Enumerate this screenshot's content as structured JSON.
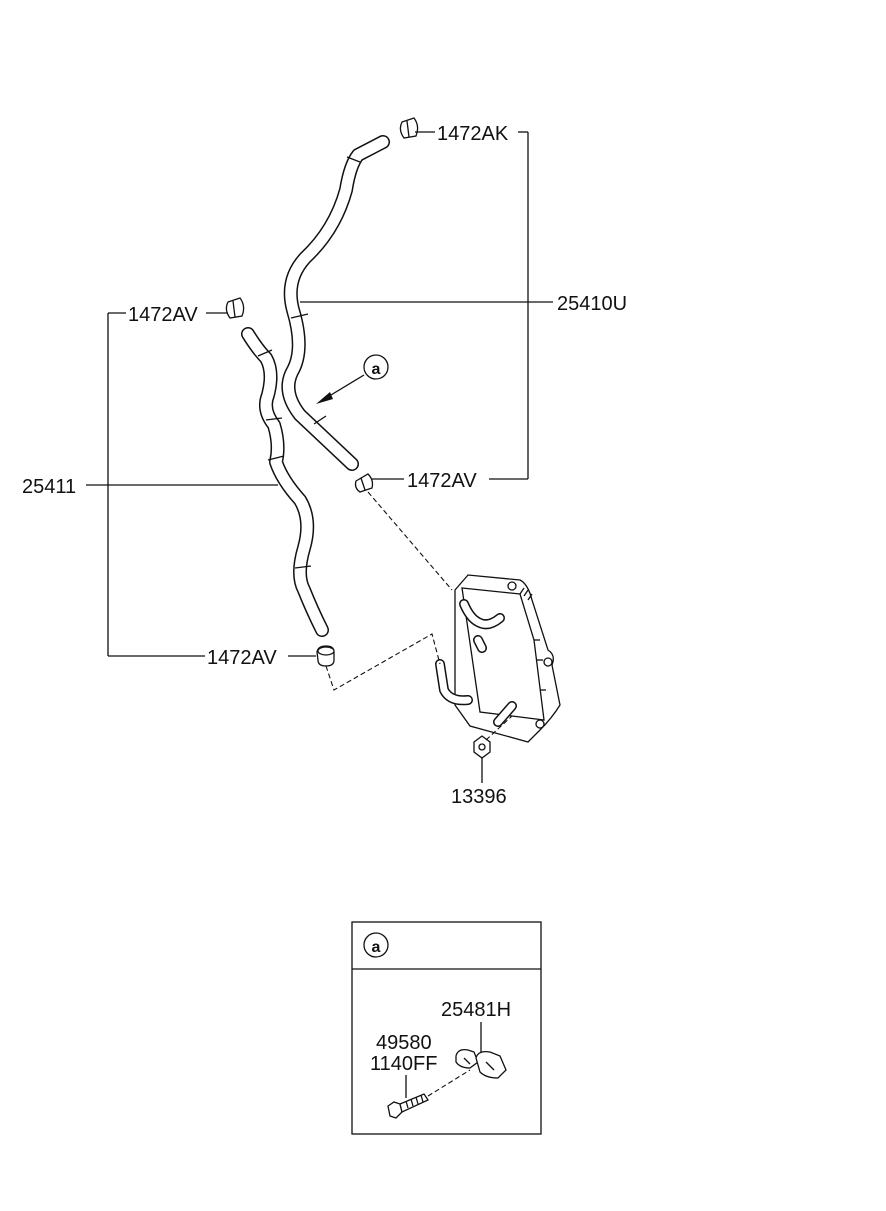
{
  "labels": {
    "clip_top": "1472AK",
    "hose_upper": "25410U",
    "clip_upper_left": "1472AV",
    "hose_lower": "25411",
    "clip_mid": "1472AV",
    "clip_bottom": "1472AV",
    "nut": "13396",
    "callout_marker": "a"
  },
  "detail": {
    "marker": "a",
    "bracket_label": "25481H",
    "bolt_label_1": "49580",
    "bolt_label_2": "1140FF"
  }
}
